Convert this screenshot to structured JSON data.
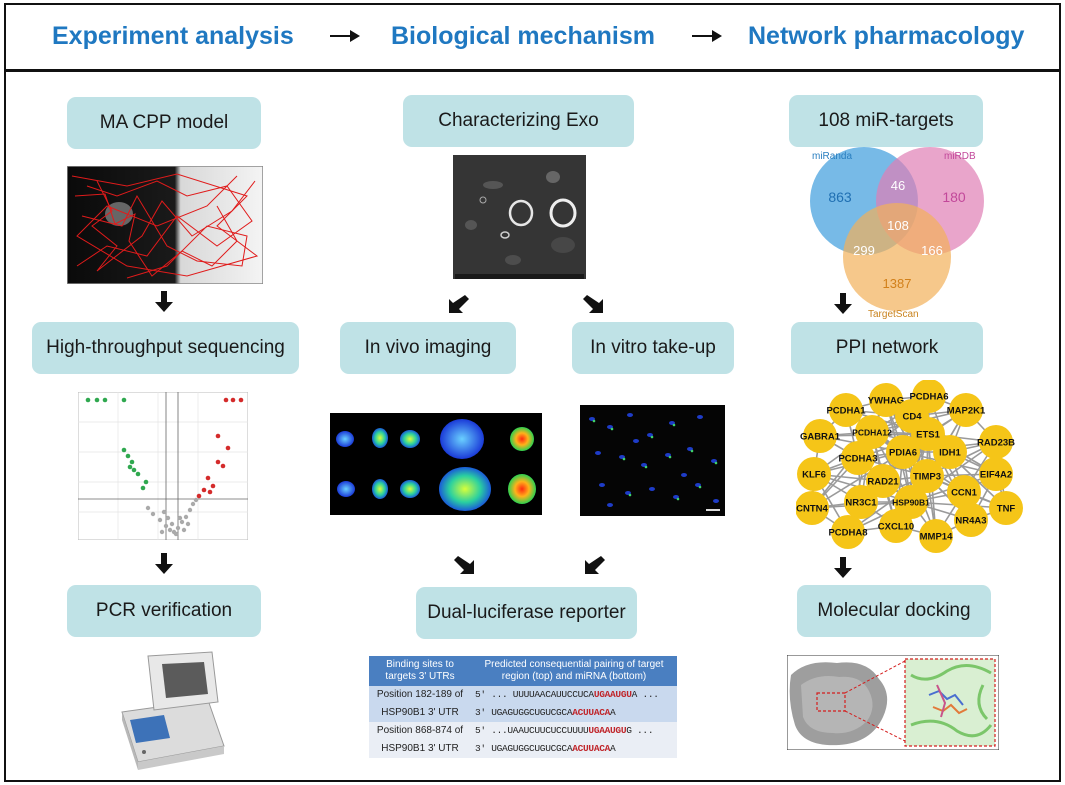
{
  "header": {
    "titles": [
      "Experiment analysis",
      "Biological mechanism",
      "Network pharmacology"
    ]
  },
  "left": {
    "box1": "MA CPP model",
    "box2": "High-throughput sequencing",
    "box3": "PCR verification"
  },
  "middle": {
    "box1": "Characterizing Exo",
    "box2a": "In vivo imaging",
    "box2b": "In vitro take-up",
    "box3": "Dual-luciferase reporter",
    "table": {
      "col1": "Binding sites to targets 3' UTRs",
      "col2": "Predicted consequential pairing of target region (top) and miRNA (bottom)",
      "rows": [
        {
          "site1": "Position 182-189 of",
          "site2": "HSP90B1 3' UTR",
          "top_pre": "5' ... UUUUAACAUUCCUCA",
          "top_hl": "UGAAUGU",
          "top_post": "A ...",
          "bars": "| | | | | | |",
          "bot_pre": "3'   UGAGUGGCUGUCGCA",
          "bot_hl": "ACUUACA",
          "bot_post": "A"
        },
        {
          "site1": "Position 868-874 of",
          "site2": "HSP90B1 3' UTR",
          "top_pre": "5' ...UAAUCUUCUCCUUUU",
          "top_hl": "UGAAUGU",
          "top_post": "G ...",
          "bars": "| | | | | | |",
          "bot_pre": "3'   UGAGUGGCUGUCGCA",
          "bot_hl": "ACUUACA",
          "bot_post": "A"
        }
      ]
    }
  },
  "right": {
    "box1": "108 miR-targets",
    "box2": "PPI network",
    "box3": "Molecular docking",
    "venn": {
      "labels": [
        "miRanda",
        "miRDB",
        "TargetScan"
      ],
      "values": {
        "a_only": "863",
        "b_only": "180",
        "c_only": "1387",
        "ab": "46",
        "ac": "299",
        "bc": "166",
        "abc": "108"
      },
      "colors": [
        "#4aa3df",
        "#e07fb5",
        "#f2b15a"
      ]
    },
    "ppi_nodes": [
      "YWHAG",
      "PCDHA6",
      "PCDHA1",
      "CD4",
      "MAP2K1",
      "PCDHA12",
      "ETS1",
      "GABRA1",
      "RAD23B",
      "PCDHA3",
      "PDIA6",
      "IDH1",
      "EIF4A2",
      "KLF6",
      "TIMP3",
      "RAD21",
      "CCN1",
      "CNTN4",
      "NR3C1",
      "HSP90B1",
      "TNF",
      "NR4A3",
      "PCDHA8",
      "CXCL10",
      "MMP14"
    ]
  },
  "colors": {
    "title_blue": "#1f78c1",
    "box_fill": "#bfe2e6",
    "node_yellow": "#f5c518",
    "up_red": "#d42b2b",
    "down_green": "#2fa84f"
  }
}
